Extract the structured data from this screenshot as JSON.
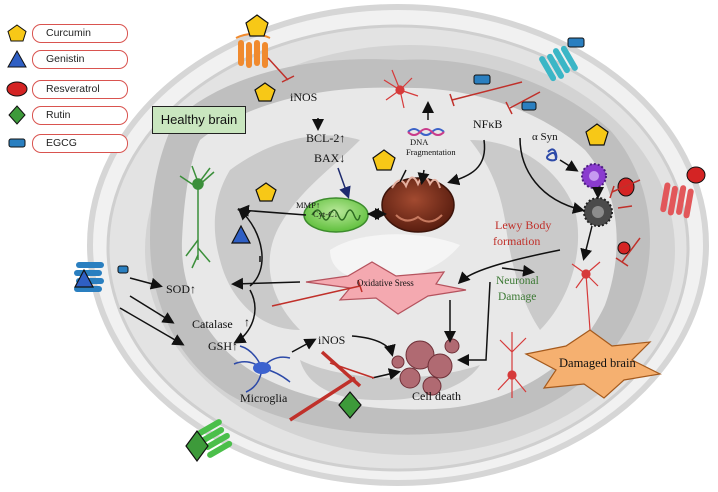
{
  "legend": [
    {
      "name": "Curcumin",
      "shape": "pentagon",
      "color": "#f7c817"
    },
    {
      "name": "Genistin",
      "shape": "triangle",
      "color": "#2f5fc4"
    },
    {
      "name": "Resveratrol",
      "shape": "ellipse",
      "color": "#d42424"
    },
    {
      "name": "Rutin",
      "shape": "diamond",
      "color": "#3d9a3a"
    },
    {
      "name": "EGCG",
      "shape": "rounded-rect",
      "color": "#2a7fc0"
    }
  ],
  "healthy_brain_label": "Healthy brain",
  "damaged_brain_label": "Damaged brain",
  "labels": {
    "inos_top": "iNOS",
    "bcl2": "BCL-2↑",
    "bax": "BAX↓",
    "mmp": "MMP↑",
    "cytc": "Cyt-C↓",
    "dna_fragmentation_1": "DNA",
    "dna_fragmentation_2": "Fragmentation",
    "nfkb": "NFκB",
    "alpha_syn": "α Syn",
    "lewy_body_1": "Lewy Body",
    "lewy_body_2": "formation",
    "oxidative_stress": "Oxidative Sress",
    "neuronal_damage_1": "Neuronal",
    "neuronal_damage_2": "Damage",
    "sod": "SOD↑",
    "catalase": "Catalase",
    "catalase_arrow": "↑",
    "gsh": "GSH↑",
    "microglia": "Microglia",
    "inos_bottom": "iNOS",
    "cell_death": "Cell death"
  },
  "colors": {
    "curcumin": "#f7c817",
    "genistin": "#2f5fc4",
    "resveratrol": "#d42424",
    "rutin": "#3d9a3a",
    "egcg": "#2a7fc0",
    "inhibit": "#c0302a",
    "lewy_text": "#c0302a",
    "neuronal_text": "#3d7a35",
    "healthy_box": "#c9e6bf",
    "damaged_star": "#f5b070",
    "oxidative_star": "#f4a9b0"
  }
}
